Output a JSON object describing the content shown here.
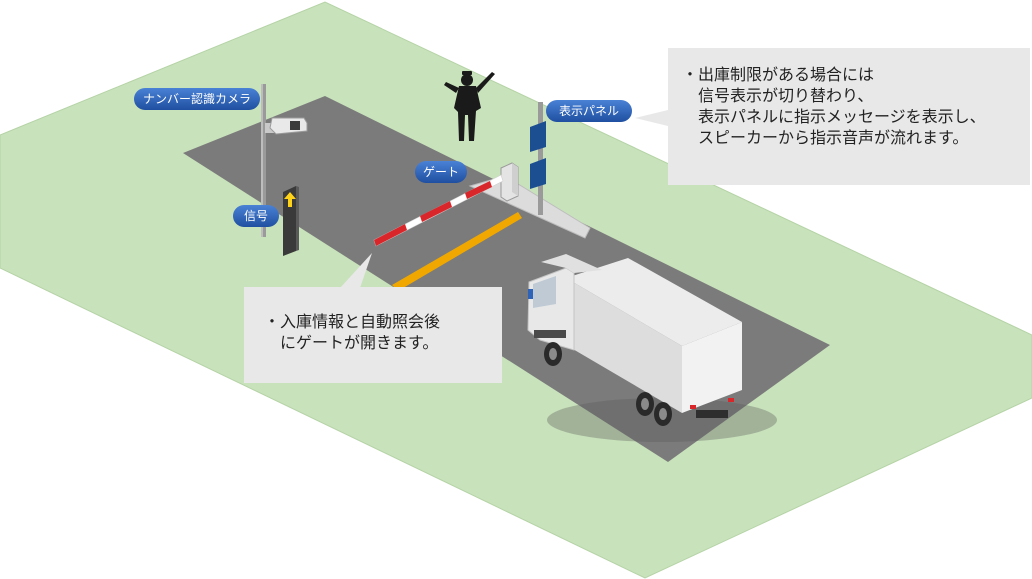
{
  "labels": {
    "camera": "ナンバー認識カメラ",
    "signal": "信号",
    "gate": "ゲート",
    "panel": "表示パネル"
  },
  "notes": {
    "exit": [
      "・出庫制限がある場合には",
      "　信号表示が切り替わり、",
      "　表示パネルに指示メッセージを表示し、",
      "　スピーカーから指示音声が流れます。"
    ],
    "entry": [
      "・入庫情報と自動照会後",
      "　にゲートが開きます。"
    ]
  },
  "colors": {
    "lawn": "#c8e2bb",
    "lawn_edge": "#b5d3a6",
    "road": "#7b7b7b",
    "label_blue": "#2f63b8",
    "lane_line": "#f0a800",
    "barrier_red": "#d9262b",
    "note_bg": "#e8e8e8"
  }
}
